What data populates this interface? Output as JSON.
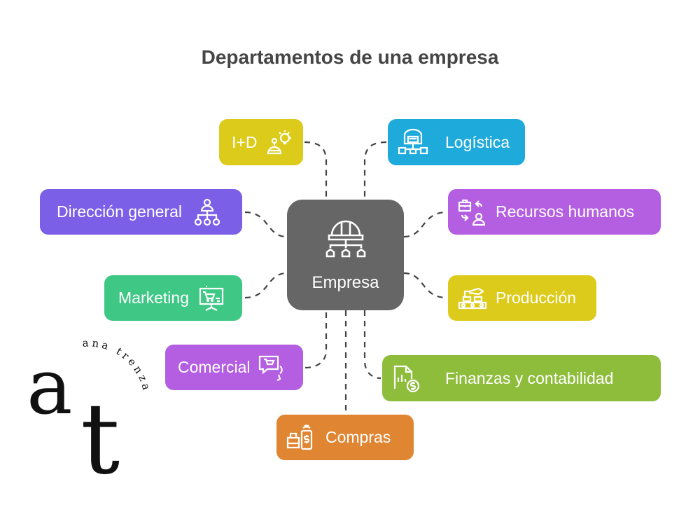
{
  "title": "Departamentos de una empresa",
  "center": {
    "label": "Empresa",
    "icon": "hardhat-org-icon",
    "color": "#666666"
  },
  "departments": [
    {
      "label": "I+D",
      "icon": "robot-lightbulb-icon",
      "color": "#dccb1b"
    },
    {
      "label": "Logística",
      "icon": "warehouse-icon",
      "color": "#1faadc"
    },
    {
      "label": "Dirección general",
      "icon": "org-chart-icon",
      "color": "#7b5fe6"
    },
    {
      "label": "Recursos humanos",
      "icon": "hr-exchange-icon",
      "color": "#b45ee1"
    },
    {
      "label": "Marketing",
      "icon": "presentation-cart-icon",
      "color": "#3ec785"
    },
    {
      "label": "Producción",
      "icon": "robot-arm-conveyor-icon",
      "color": "#dccb1b"
    },
    {
      "label": "Comercial",
      "icon": "sales-chat-icon",
      "color": "#b45ee1"
    },
    {
      "label": "Finanzas y contabilidad",
      "icon": "finance-document-icon",
      "color": "#8dbd3b"
    },
    {
      "label": "Compras",
      "icon": "register-phone-icon",
      "color": "#e08632"
    }
  ],
  "logo": {
    "letters": "at",
    "text": "ana trenza"
  }
}
